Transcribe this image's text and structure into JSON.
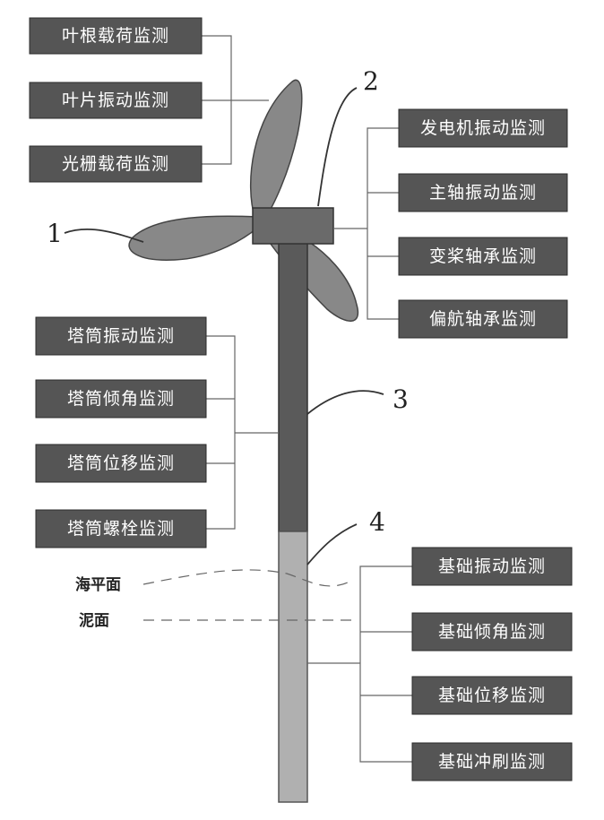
{
  "blade_group": [
    "叶根载荷监测",
    "叶片振动监测",
    "光栅载荷监测"
  ],
  "nacelle_group": [
    "发电机振动监测",
    "主轴振动监测",
    "变桨轴承监测",
    "偏航轴承监测"
  ],
  "tower_group": [
    "塔筒振动监测",
    "塔筒倾角监测",
    "塔筒位移监测",
    "塔筒螺栓监测"
  ],
  "foundation_group": [
    "基础振动监测",
    "基础倾角监测",
    "基础位移监测",
    "基础冲刷监测"
  ],
  "labels": {
    "ref_1": "1",
    "ref_2": "2",
    "ref_3": "3",
    "ref_4": "4",
    "sea_level": "海平面",
    "mudline": "泥面"
  },
  "colors": {
    "box_fill": "#555555",
    "box_text": "#ffffff",
    "blade_fill": "#888888",
    "tower_fill": "#5a5a5a",
    "foundation_fill": "#b0b0b0"
  }
}
